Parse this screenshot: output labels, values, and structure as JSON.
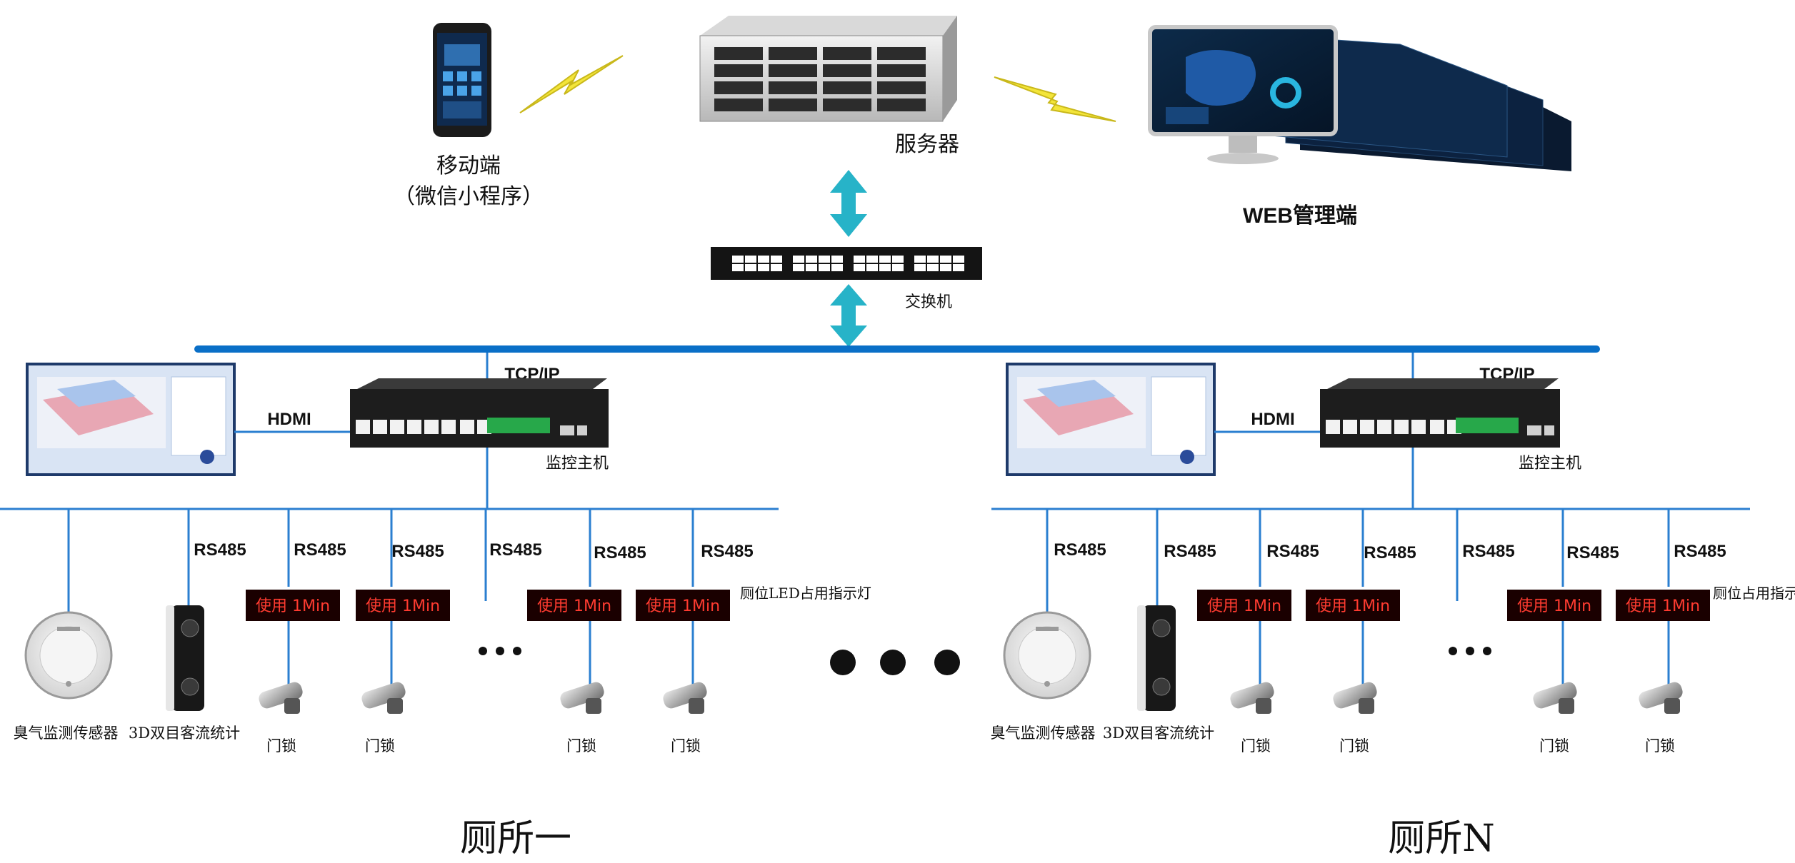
{
  "top": {
    "mobile_label": "移动端",
    "mobile_sub": "（微信小程序）",
    "server_label": "服务器",
    "web_label": "WEB管理端",
    "switch_label": "交换机"
  },
  "sections": [
    {
      "title": "厕所一",
      "protocol": "TCP/IP",
      "hdmi": "HDMI",
      "host_label": "监控主机",
      "rs485": "RS485",
      "indicator_text": "使用 1Min",
      "indicator_caption": "厕位LED占用指示灯",
      "odor_label": "臭气监测传感器",
      "counter_label": "3D双目客流统计",
      "lock_label": "门锁"
    },
    {
      "title": "厕所N",
      "protocol": "TCP/IP",
      "hdmi": "HDMI",
      "host_label": "监控主机",
      "rs485": "RS485",
      "indicator_text": "使用 1Min",
      "indicator_caption": "厕位占用指示灯",
      "odor_label": "臭气监测传感器",
      "counter_label": "3D双目客流统计",
      "lock_label": "门锁"
    }
  ],
  "colors": {
    "backbone": "#0a6fc7",
    "line": "#2b7fd0",
    "arrow": "#27b3c8",
    "bolt": "#f3e53a",
    "indicator_bg": "#1a0000",
    "indicator_text": "#ff3b30"
  }
}
